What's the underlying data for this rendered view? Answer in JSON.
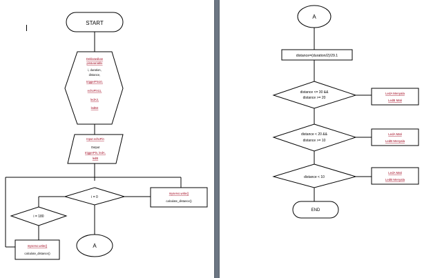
{
  "left_page": {
    "start": "START",
    "hex": [
      "Deklarasikan",
      "pin&variable",
      "i, duration,",
      "distance,",
      "triggerPin10,",
      "echoPin11,",
      "ledA3,",
      "ledB4"
    ],
    "input": [
      "Input echoPin",
      "Output",
      "triggerPin, ledA,",
      "ledB"
    ],
    "d_i0": "i = 0",
    "d_i180": "i = 180",
    "box_right": [
      "myservo.write()",
      "calculate_distance()"
    ],
    "box_left": [
      "myservo.write()",
      "calculate_distance()"
    ],
    "conn_a": "A"
  },
  "right_page": {
    "conn_a": "A",
    "formula": "distance=(duration/2)/29.1",
    "d1": [
      "distance <= 30 &&",
      "distance >= 20"
    ],
    "d2": [
      "distance < 20 &&",
      "distance >= 10"
    ],
    "d3": "distance < 10",
    "o1": [
      "LedA Menyala",
      "LedB Mati"
    ],
    "o2": [
      "LedA Mati",
      "LedB Menyala"
    ],
    "o3": [
      "LedA Mati",
      "LedB Menyala"
    ],
    "end": "END"
  },
  "colors": {
    "background": "#6d7784",
    "page": "#ffffff",
    "underline_text": "#a0001a"
  }
}
